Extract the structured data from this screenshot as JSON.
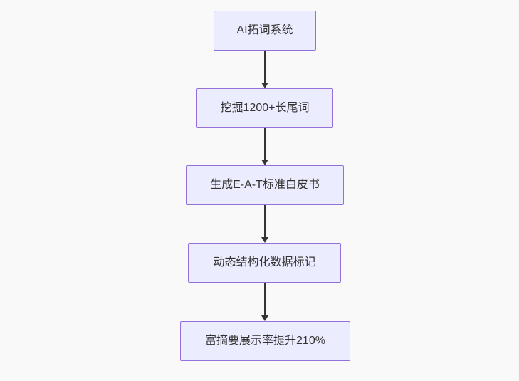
{
  "diagram": {
    "type": "flowchart",
    "direction": "top-down",
    "nodes": [
      {
        "id": "A",
        "label": "AI拓词系统"
      },
      {
        "id": "B",
        "label": "挖掘1200+长尾词"
      },
      {
        "id": "C",
        "label": "生成E-A-T标准白皮书"
      },
      {
        "id": "D",
        "label": "动态结构化数据标记"
      },
      {
        "id": "E",
        "label": "富摘要展示率提升210%"
      }
    ],
    "edges": [
      {
        "from": "A",
        "to": "B"
      },
      {
        "from": "B",
        "to": "C"
      },
      {
        "from": "C",
        "to": "D"
      },
      {
        "from": "D",
        "to": "E"
      }
    ],
    "colors": {
      "background": "#f9f9f9",
      "node_fill": "#ECECFF",
      "node_border": "#9370DB",
      "node_text": "#333333",
      "arrow": "#333333"
    }
  }
}
